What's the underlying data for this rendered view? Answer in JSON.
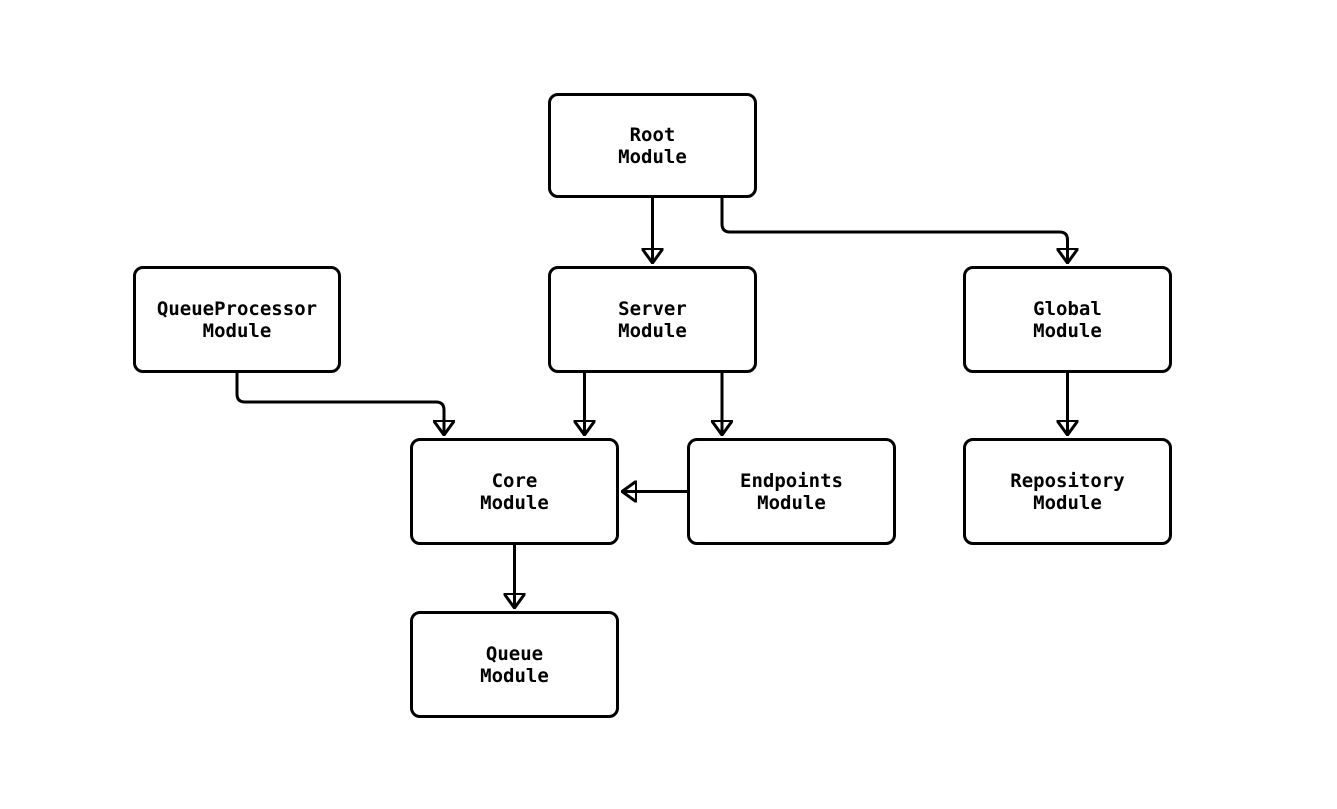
{
  "diagram": {
    "type": "flowchart",
    "background_color": "#ffffff",
    "stroke_color": "#000000",
    "nodes": [
      {
        "id": "root",
        "line1": "Root",
        "line2": "Module"
      },
      {
        "id": "queueprocessor",
        "line1": "QueueProcessor",
        "line2": "Module"
      },
      {
        "id": "server",
        "line1": "Server",
        "line2": "Module"
      },
      {
        "id": "global",
        "line1": "Global",
        "line2": "Module"
      },
      {
        "id": "core",
        "line1": "Core",
        "line2": "Module"
      },
      {
        "id": "endpoints",
        "line1": "Endpoints",
        "line2": "Module"
      },
      {
        "id": "repository",
        "line1": "Repository",
        "line2": "Module"
      },
      {
        "id": "queue",
        "line1": "Queue",
        "line2": "Module"
      }
    ],
    "edges": [
      {
        "from": "root",
        "to": "server"
      },
      {
        "from": "root",
        "to": "global"
      },
      {
        "from": "queueprocessor",
        "to": "core"
      },
      {
        "from": "server",
        "to": "core"
      },
      {
        "from": "server",
        "to": "endpoints"
      },
      {
        "from": "endpoints",
        "to": "core"
      },
      {
        "from": "global",
        "to": "repository"
      },
      {
        "from": "core",
        "to": "queue"
      }
    ]
  }
}
